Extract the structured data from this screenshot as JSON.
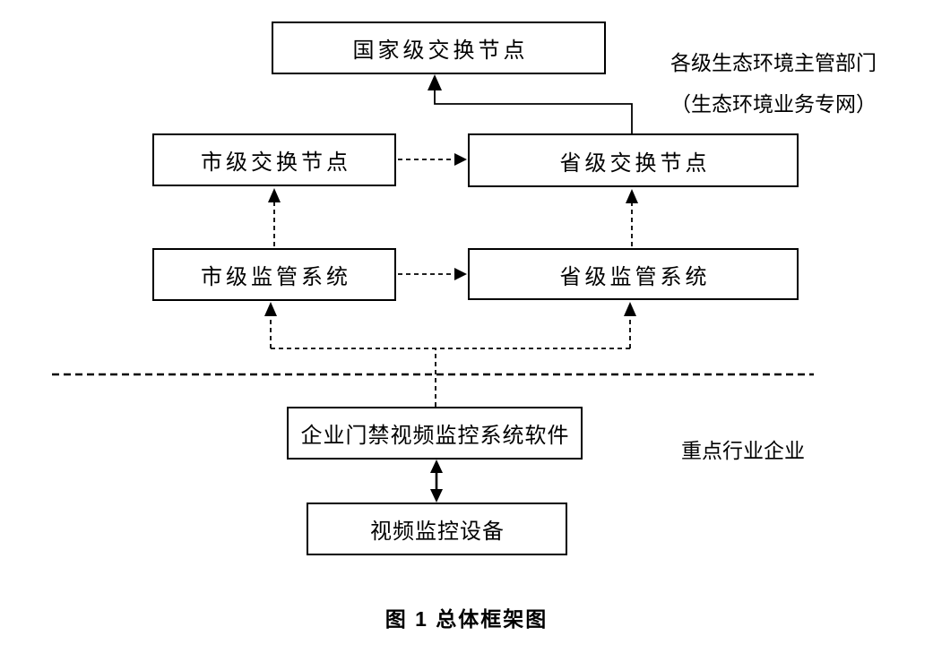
{
  "diagram": {
    "nodes": {
      "national_exchange": "国家级交换节点",
      "city_exchange": "市级交换节点",
      "provincial_exchange": "省级交换节点",
      "city_supervision": "市级监管系统",
      "provincial_supervision": "省级监管系统",
      "enterprise_software": "企业门禁视频监控系统软件",
      "video_device": "视频监控设备"
    },
    "annotations": {
      "gov_zone_line1": "各级生态环境主管部门",
      "gov_zone_line2": "（生态环境业务专网）",
      "enterprise_zone": "重点行业企业"
    },
    "caption": "图 1 总体框架图",
    "colors": {
      "line": "#000000",
      "background": "#ffffff",
      "box_fill": "#ffffff",
      "text": "#000000"
    }
  }
}
